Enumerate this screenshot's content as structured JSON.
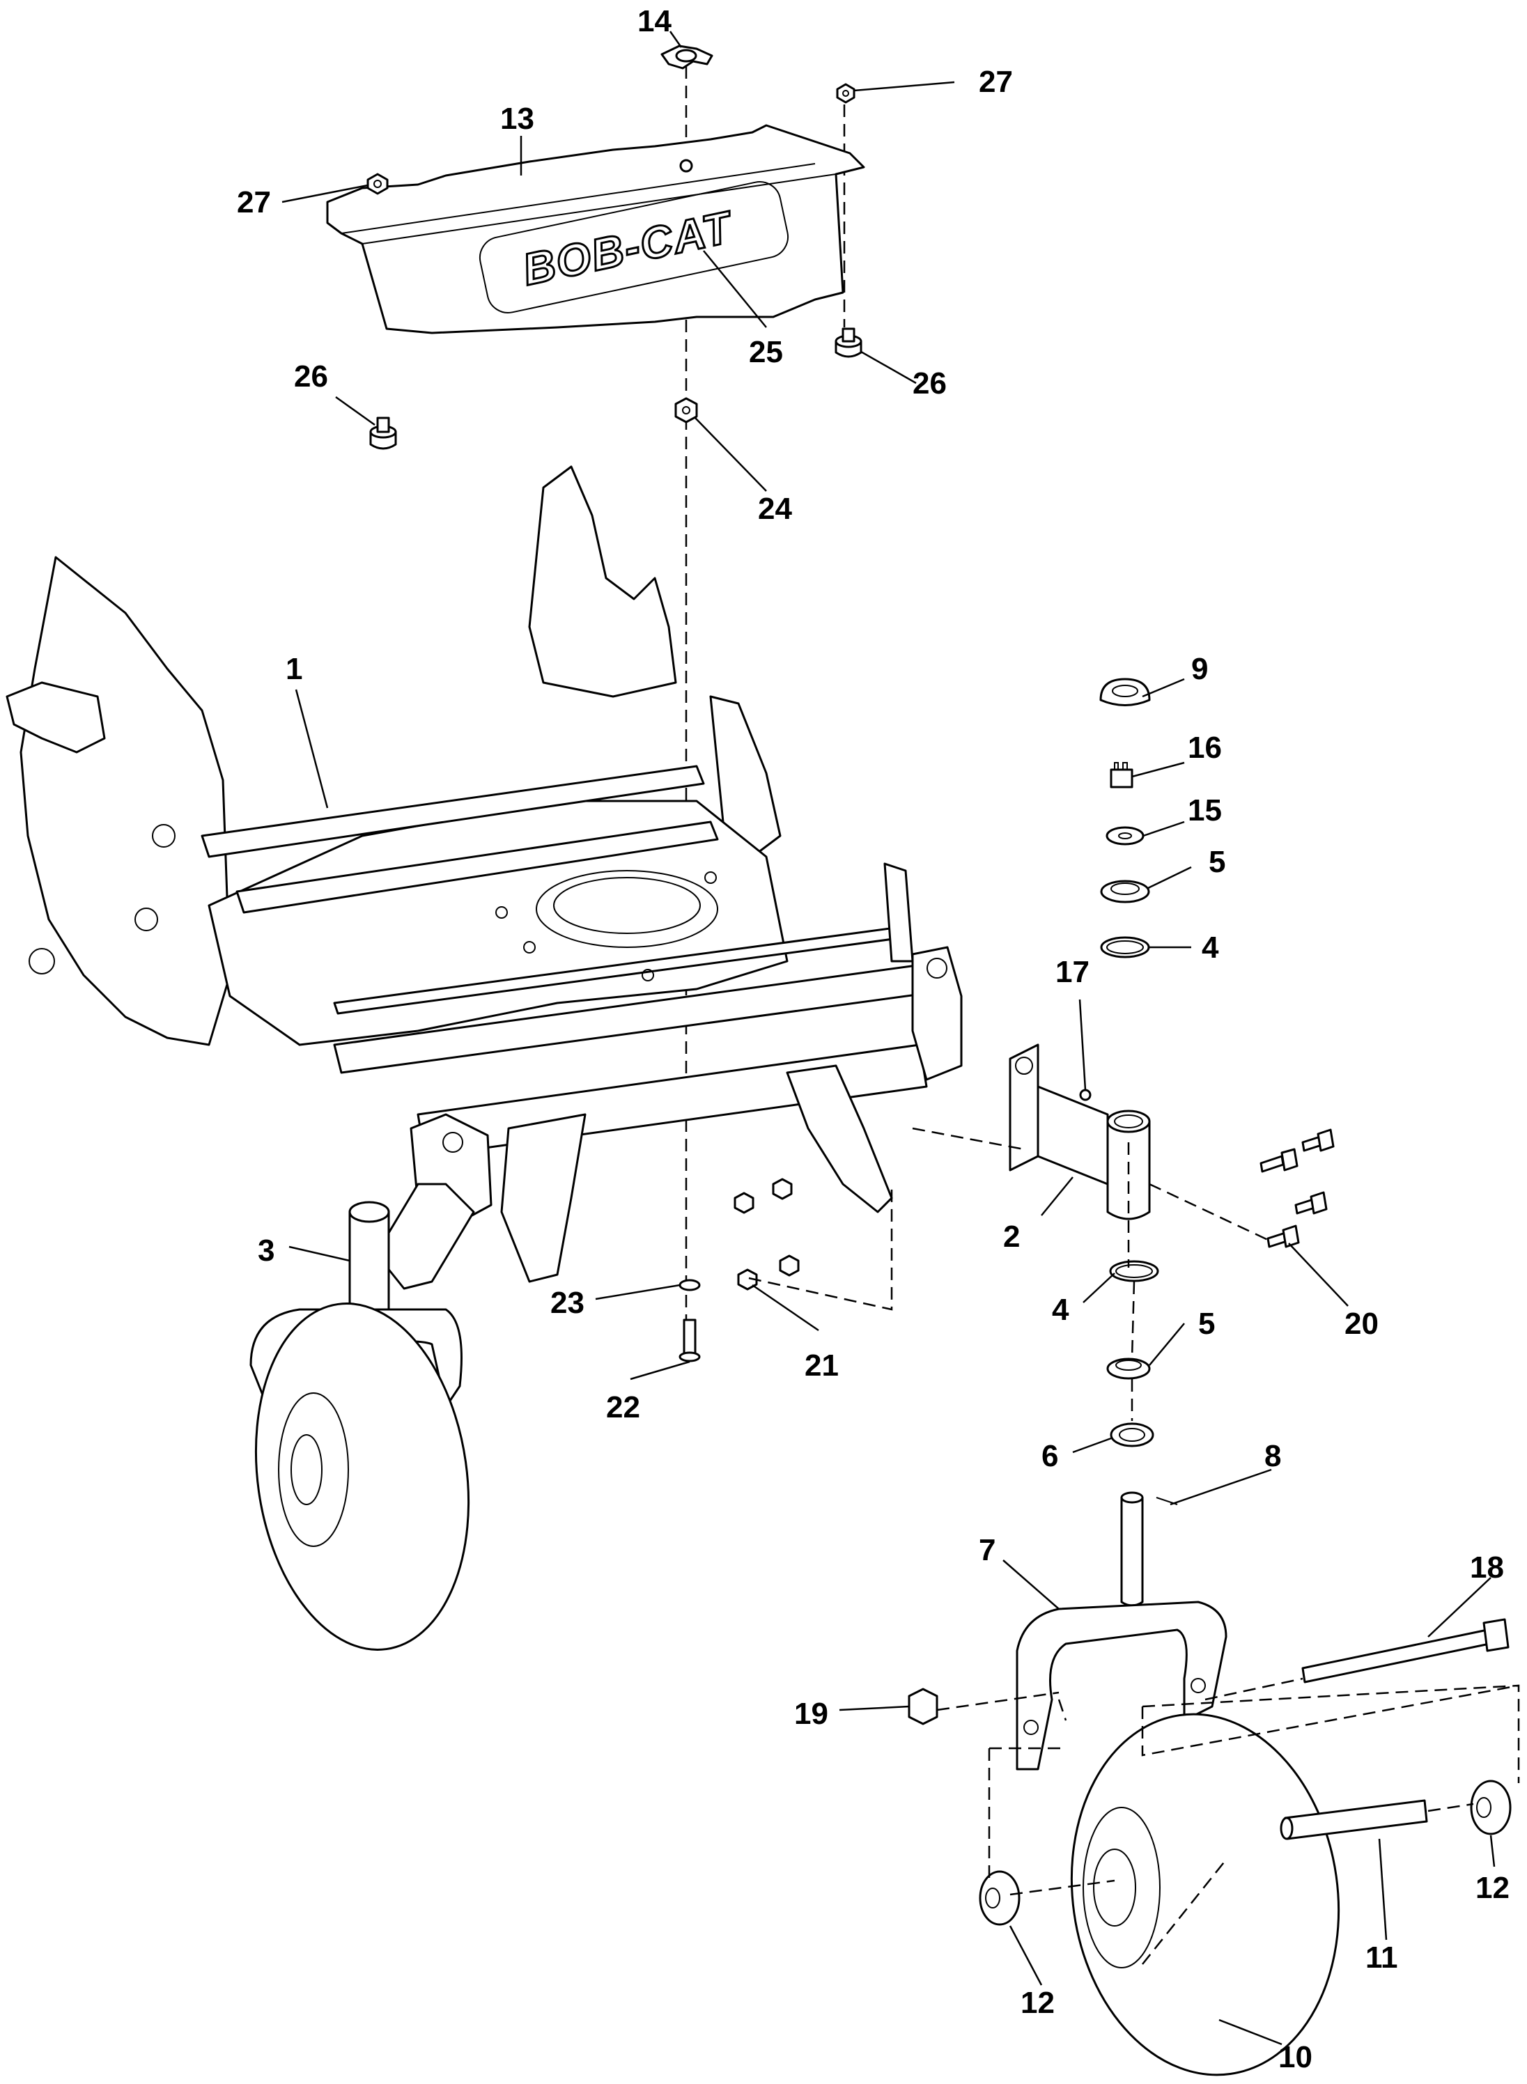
{
  "diagram": {
    "brand_decal_text": "BOB-CAT",
    "callouts": [
      {
        "id": "c14",
        "label": "14"
      },
      {
        "id": "c27a",
        "label": "27"
      },
      {
        "id": "c13",
        "label": "13"
      },
      {
        "id": "c27b",
        "label": "27"
      },
      {
        "id": "c25",
        "label": "25"
      },
      {
        "id": "c26a",
        "label": "26"
      },
      {
        "id": "c26b",
        "label": "26"
      },
      {
        "id": "c24",
        "label": "24"
      },
      {
        "id": "c1",
        "label": "1"
      },
      {
        "id": "c9",
        "label": "9"
      },
      {
        "id": "c16",
        "label": "16"
      },
      {
        "id": "c15",
        "label": "15"
      },
      {
        "id": "c5a",
        "label": "5"
      },
      {
        "id": "c4a",
        "label": "4"
      },
      {
        "id": "c17",
        "label": "17"
      },
      {
        "id": "c2",
        "label": "2"
      },
      {
        "id": "c20",
        "label": "20"
      },
      {
        "id": "c3",
        "label": "3"
      },
      {
        "id": "c23",
        "label": "23"
      },
      {
        "id": "c21",
        "label": "21"
      },
      {
        "id": "c22",
        "label": "22"
      },
      {
        "id": "c4b",
        "label": "4"
      },
      {
        "id": "c5b",
        "label": "5"
      },
      {
        "id": "c6",
        "label": "6"
      },
      {
        "id": "c8",
        "label": "8"
      },
      {
        "id": "c7",
        "label": "7"
      },
      {
        "id": "c18",
        "label": "18"
      },
      {
        "id": "c19",
        "label": "19"
      },
      {
        "id": "c11",
        "label": "11"
      },
      {
        "id": "c12a",
        "label": "12"
      },
      {
        "id": "c12b",
        "label": "12"
      },
      {
        "id": "c10",
        "label": "10"
      }
    ]
  }
}
